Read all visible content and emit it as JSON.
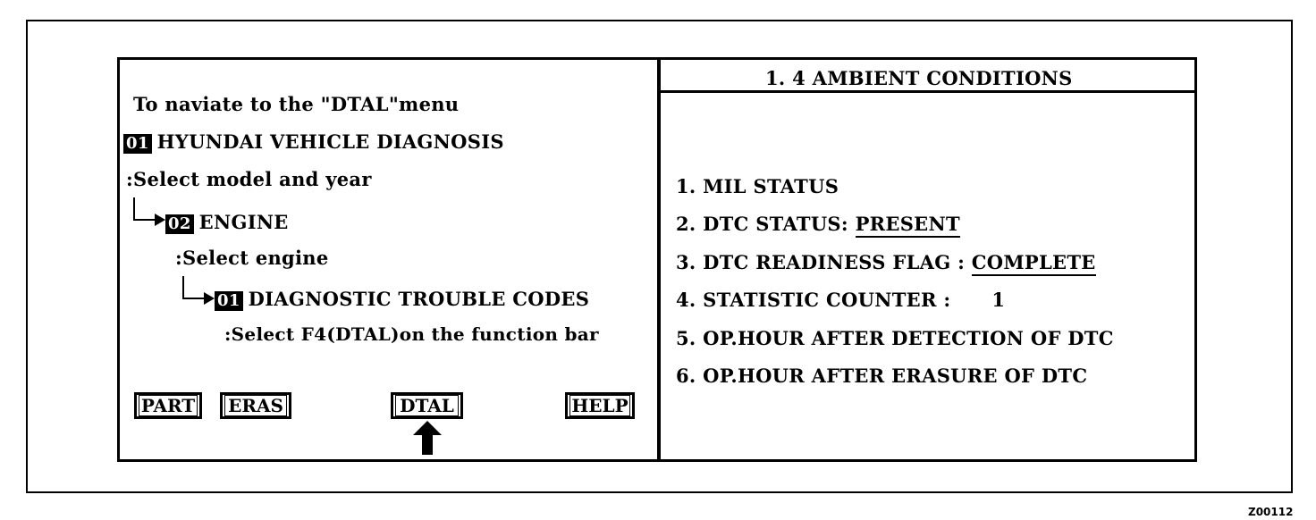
{
  "left_panel": {
    "intro": "To naviate to the \"DTAL\"menu",
    "step1_code": "01",
    "step1_label": "HYUNDAI VEHICLE DIAGNOSIS",
    "step1_note": ":Select model and year",
    "step2_code": "02",
    "step2_label": "ENGINE",
    "step2_note": ":Select engine",
    "step3_code": "01",
    "step3_label": "DIAGNOSTIC TROUBLE CODES",
    "step3_note": ":Select F4(DTAL)on the function bar"
  },
  "function_bar": {
    "part": "PART",
    "eras": "ERAS",
    "dtal": "DTAL",
    "help": "HELP"
  },
  "right_panel": {
    "title": "1. 4  AMBIENT  CONDITIONS",
    "item1": "1. MIL  STATUS",
    "item2_label": "2. DTC  STATUS: ",
    "item2_value": "PRESENT",
    "item3_label": "3. DTC READINESS FLAG  : ",
    "item3_value": "COMPLETE",
    "item4_label": "4. STATISTIC COUNTER   :",
    "item4_value": "1",
    "item5": "5. OP.HOUR  AFTER  DETECTION  OF  DTC",
    "item6": "6. OP.HOUR  AFTER  ERASURE  OF  DTC"
  },
  "figure_ref": "Z00112"
}
